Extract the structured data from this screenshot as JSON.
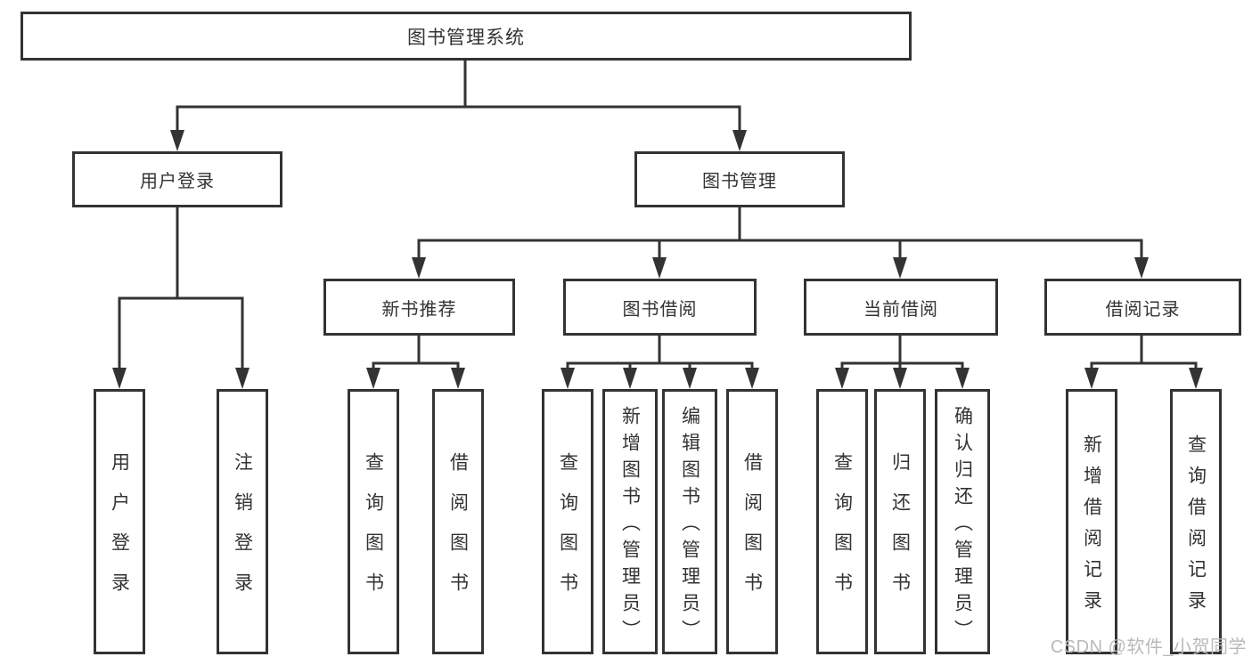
{
  "diagram": {
    "type": "tree-diagram",
    "root": {
      "label": "图书管理系统"
    },
    "branches": [
      {
        "label": "用户登录",
        "children": [
          {
            "label": "用户登录"
          },
          {
            "label": "注销登录"
          }
        ]
      },
      {
        "label": "图书管理",
        "children": [
          {
            "label": "新书推荐",
            "children": [
              {
                "label": "查询图书"
              },
              {
                "label": "借阅图书"
              }
            ]
          },
          {
            "label": "图书借阅",
            "children": [
              {
                "label": "查询图书"
              },
              {
                "label": "新增图书（管理员）"
              },
              {
                "label": "编辑图书（管理员）"
              },
              {
                "label": "借阅图书"
              }
            ]
          },
          {
            "label": "当前借阅",
            "children": [
              {
                "label": "查询图书"
              },
              {
                "label": "归还图书"
              },
              {
                "label": "确认归还（管理员）"
              }
            ]
          },
          {
            "label": "借阅记录",
            "children": [
              {
                "label": "新增借阅记录"
              },
              {
                "label": "查询借阅记录"
              }
            ]
          }
        ]
      }
    ]
  },
  "watermark": {
    "text": "CSDN @软件_小贺同学"
  },
  "colors": {
    "line": "#333333",
    "text": "#333333",
    "watermark": "#b9b9b9",
    "background": "#ffffff"
  }
}
